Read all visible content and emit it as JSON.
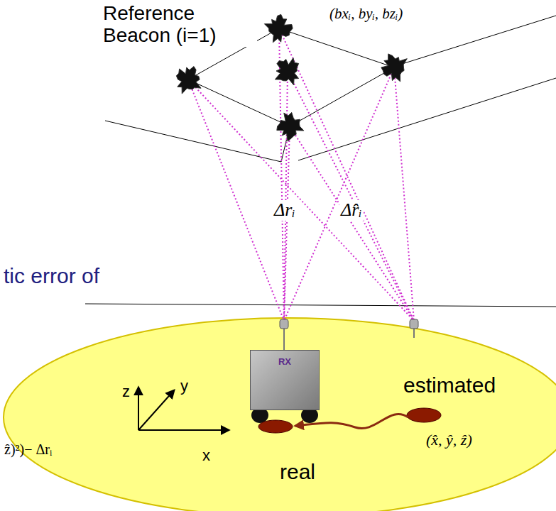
{
  "diagram": {
    "nodes": [
      {
        "text": [
          "RX"
        ]
      }
    ],
    "labels": [
      "Reference Beacon (i=1)",
      "(bxᵢ, byᵢ, bzᵢ)",
      "Δrᵢ",
      "Δr̂ᵢ",
      "tic error of",
      "z",
      "y",
      "x",
      "estimated",
      "(x̂, ŷ, ẑ)",
      "real",
      "ẑ)²)− Δrᵢ"
    ]
  }
}
